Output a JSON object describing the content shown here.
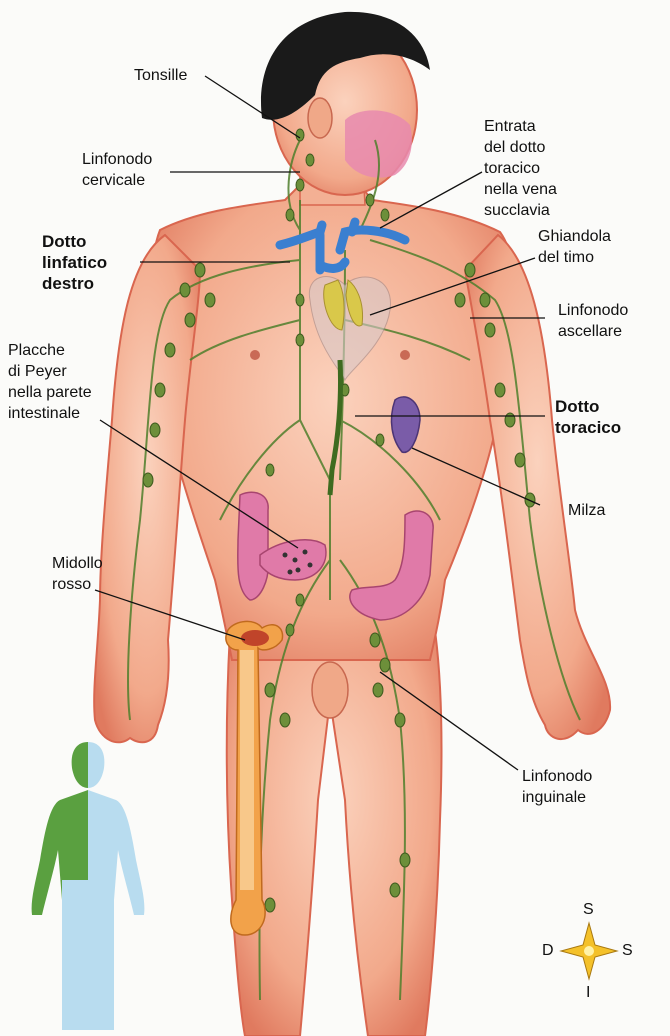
{
  "labels": {
    "tonsille": "Tonsille",
    "linfonodo_cervicale": [
      "Linfonodo",
      "cervicale"
    ],
    "entrata_dotto": [
      "Entrata",
      "del dotto",
      "toracico",
      "nella vena",
      "succlavia"
    ],
    "dotto_linfatico_destro": [
      "Dotto",
      "linfatico",
      "destro"
    ],
    "ghiandola_timo": [
      "Ghiandola",
      "del timo"
    ],
    "linfonodo_ascellare": [
      "Linfonodo",
      "ascellare"
    ],
    "placche_peyer": [
      "Placche",
      "di Peyer",
      "nella parete",
      "intestinale"
    ],
    "dotto_toracico": [
      "Dotto",
      "toracico"
    ],
    "milza": "Milza",
    "midollo_rosso": [
      "Midollo",
      "rosso"
    ],
    "linfonodo_inguinale": [
      "Linfonodo",
      "inguinale"
    ]
  },
  "compass": {
    "top": "S",
    "left": "D",
    "right": "S",
    "bottom": "I"
  },
  "colors": {
    "skin": "#f0a888",
    "skin_edge": "#d9664f",
    "lymph": "#4f7f2c",
    "node": "#6d8f3a",
    "vein": "#3a7fd0",
    "thymus": "#d9c84a",
    "spleen": "#7a5ca8",
    "intestine": "#e07aa8",
    "bone": "#e08a3a",
    "hair": "#1a1a1a",
    "mini_green": "#5aa040",
    "mini_blue": "#b8dcef"
  }
}
